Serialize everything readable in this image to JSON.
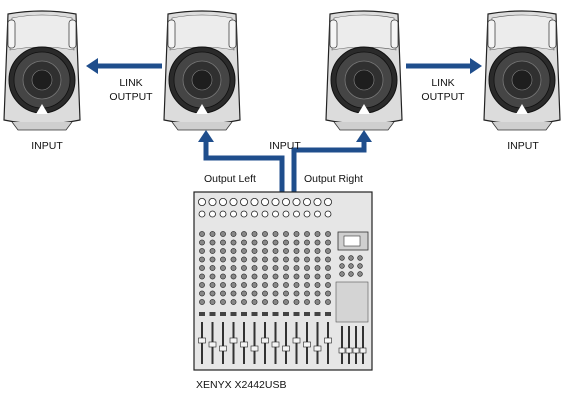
{
  "labels": {
    "input_far_left": "INPUT",
    "link_output_left_line1": "LINK",
    "link_output_left_line2": "OUTPUT",
    "input_center": "INPUT",
    "link_output_right_line1": "LINK",
    "link_output_right_line2": "OUTPUT",
    "input_far_right": "INPUT",
    "output_left": "Output Left",
    "output_right": "Output Right",
    "mixer_model": "XENYX X2442USB"
  },
  "colors": {
    "cable": "#1f4e8c",
    "speaker_fill": "#dcdcdc",
    "line": "#222222"
  }
}
